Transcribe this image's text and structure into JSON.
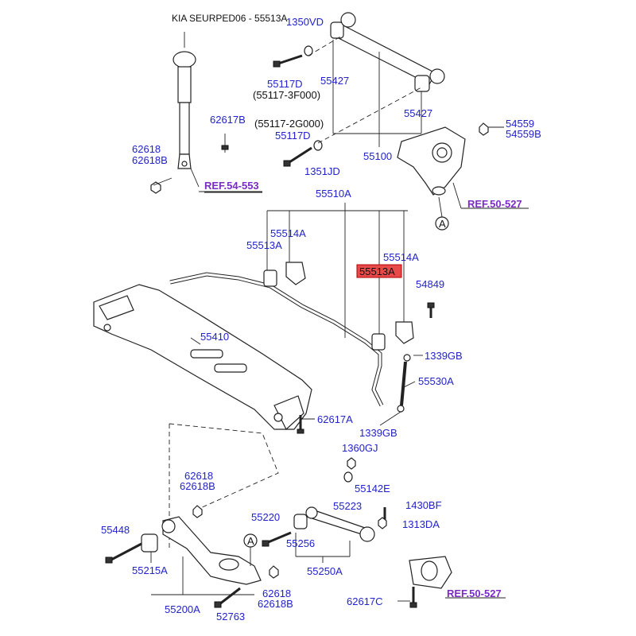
{
  "diagram": {
    "title": "KIA SEURPED06 - 55513A",
    "highlight_color": "#e84a4a",
    "label_color": "#2222cc",
    "ref_color": "#7b2cc6",
    "labels": {
      "l1350VD": "1350VD",
      "l55117D_a": "55117D",
      "l55117_3F000": "(55117-3F000)",
      "l55427_a": "55427",
      "l55427_b": "55427",
      "l62617B": "62617B",
      "l55117_2G000": "(55117-2G000)",
      "l55117D_b": "55117D",
      "l62618_a": "62618",
      "l62618B_a": "62618B",
      "l55100": "55100",
      "l1351JD": "1351JD",
      "l54559": "54559",
      "l54559B": "54559B",
      "ref54553": "REF.54-553",
      "ref50527_a": "REF.50-527",
      "circleA_a": "A",
      "l55510A": "55510A",
      "l55514A_a": "55514A",
      "l55513A_a": "55513A",
      "l55514A_b": "55514A",
      "l55513A_hl": "55513A",
      "l54849": "54849",
      "l55410": "55410",
      "l1339GB_a": "1339GB",
      "l55530A": "55530A",
      "l62617A": "62617A",
      "l1339GB_b": "1339GB",
      "l1360GJ": "1360GJ",
      "l62618_b": "62618",
      "l62618B_b": "62618B",
      "l55142E": "55142E",
      "l55223": "55223",
      "l1430BF": "1430BF",
      "l55220": "55220",
      "l1313DA": "1313DA",
      "l55448": "55448",
      "circleA_b": "A",
      "l55256": "55256",
      "l55215A": "55215A",
      "l55250A": "55250A",
      "l62618_c": "62618",
      "l62618B_c": "62618B",
      "l55200A": "55200A",
      "l52763": "52763",
      "l62617C": "62617C",
      "ref50527_b": "REF.50-527"
    }
  }
}
